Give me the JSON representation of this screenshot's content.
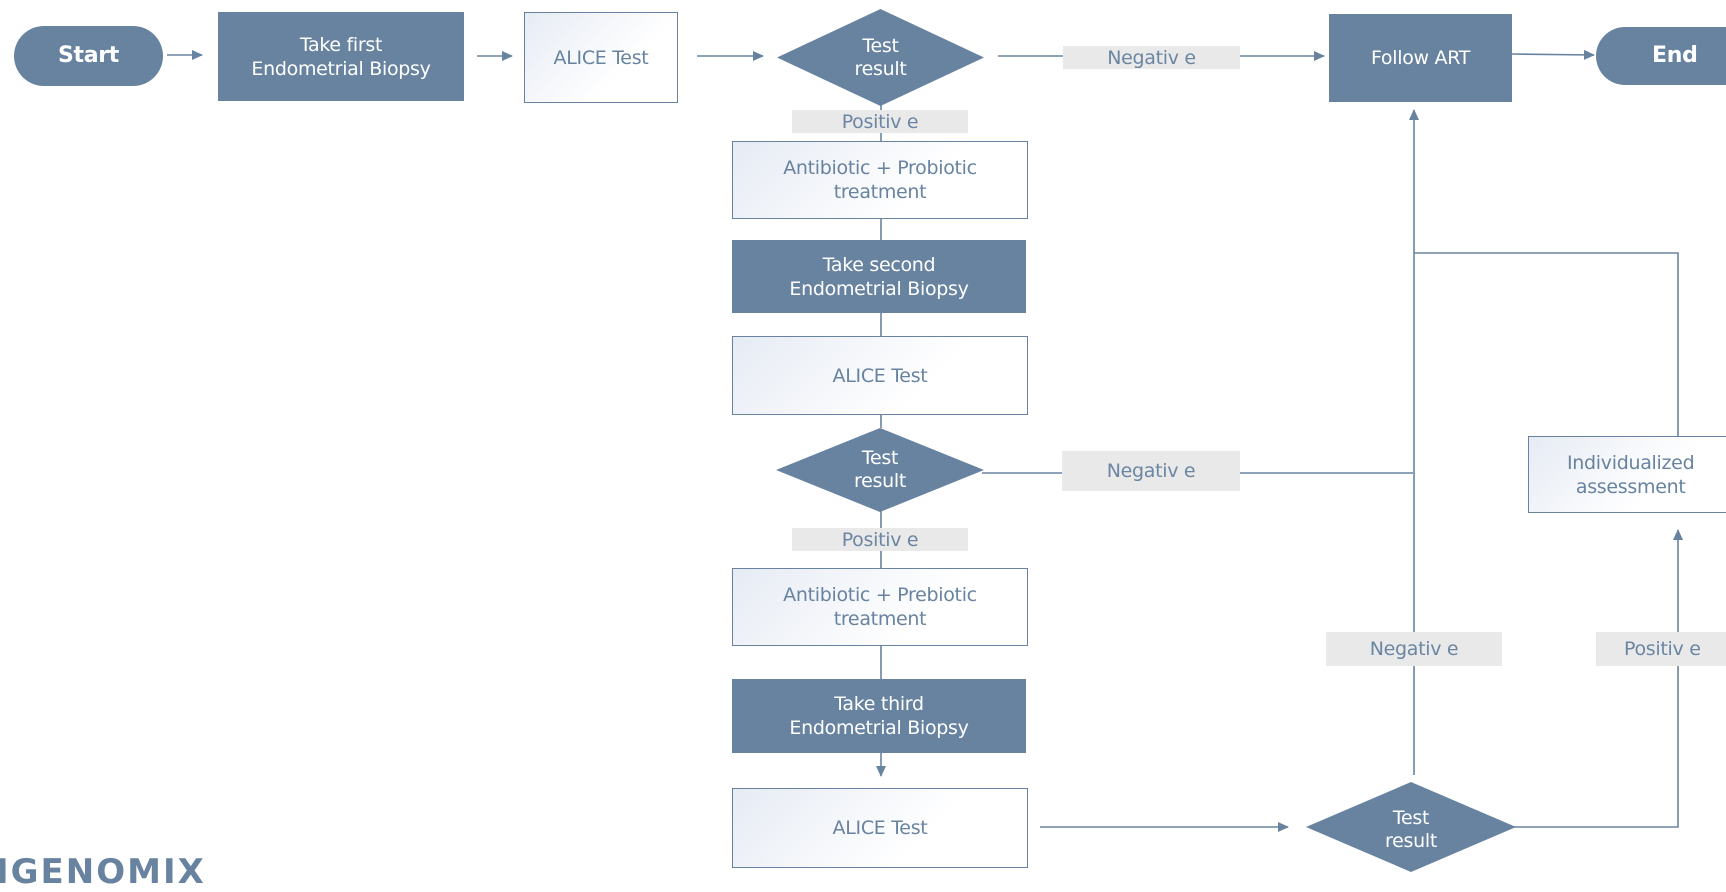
{
  "nodes": {
    "start": "Start",
    "first_biopsy": "Take first\nEndometrial Biopsy",
    "alice_1": "ALICE Test",
    "result_1": "Test\nresult",
    "follow_art": "Follow ART",
    "end": "End",
    "antibiotic_probiotic": "Antibiotic + Probiotic\ntreatment",
    "second_biopsy": "Take second\nEndometrial Biopsy",
    "alice_2": "ALICE Test",
    "result_2": "Test\nresult",
    "antibiotic_prebiotic": "Antibiotic + Prebiotic\ntreatment",
    "third_biopsy": "Take third\nEndometrial Biopsy",
    "alice_3": "ALICE Test",
    "result_3": "Test\nresult",
    "individualized": "Individualized\nassessment"
  },
  "edge_labels": {
    "negative_1": "Negativ e",
    "positive_1": "Positiv e",
    "negative_2": "Negativ e",
    "positive_2": "Positiv e",
    "negative_3": "Negativ e",
    "positive_3": "Positiv e"
  },
  "logo": "IGENOMIX",
  "colors": {
    "primary": "#6883a0",
    "label_bg": "#e9e9e9",
    "label_text": "#6b86a3"
  }
}
